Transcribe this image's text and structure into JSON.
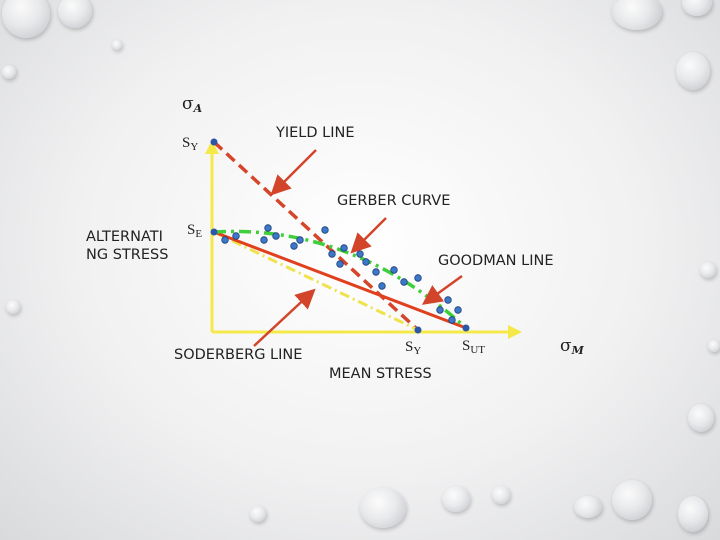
{
  "labels": {
    "sigma_a": {
      "sym": "σ",
      "sub": "A"
    },
    "sigma_m": {
      "sym": "σ",
      "sub": "M"
    },
    "sy_axis": {
      "main": "S",
      "sub": "Y"
    },
    "se": {
      "main": "S",
      "sub": "E"
    },
    "sy_mean": {
      "main": "S",
      "sub": "Y"
    },
    "sut": {
      "main": "S",
      "sub": "UT"
    },
    "yield_line": "YIELD LINE",
    "gerber_curve": "GERBER CURVE",
    "goodman_line": "GOODMAN LINE",
    "soderberg_line": "SODERBERG LINE",
    "alternating_stress_1": "ALTERNATI",
    "alternating_stress_2": "NG STRESS",
    "mean_stress": "MEAN STRESS"
  },
  "colors": {
    "axis": "#f5e94a",
    "yield": "#d5452a",
    "goodman": "#e0401e",
    "gerber": "#3fcf3a",
    "soderberg": "#f0e24a",
    "pointer": "#d2452b",
    "data_point": "#3c78c8",
    "endpoint": "#2a57a8"
  }
}
